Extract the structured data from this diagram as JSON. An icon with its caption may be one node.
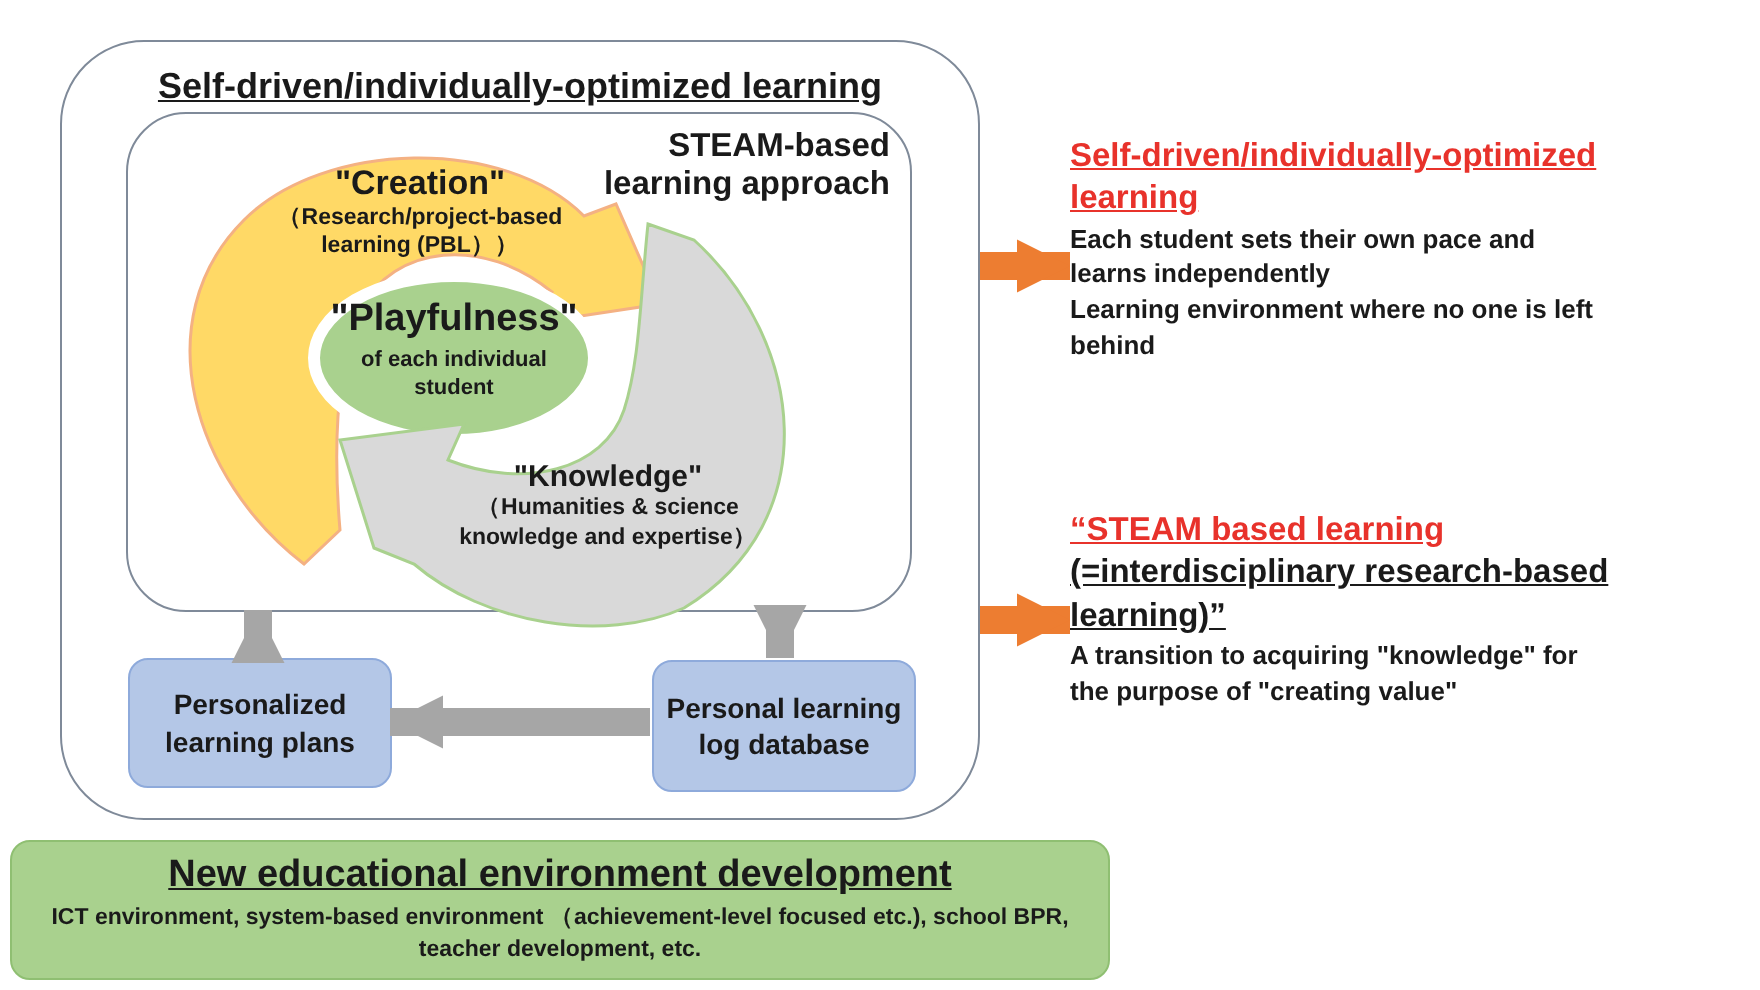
{
  "diagram": {
    "nodes": [
      {
        "text": [
          "Self-driven/individually-optimized learning"
        ]
      },
      {
        "text": [
          "STEAM-based learning approach"
        ],
        "in": 0
      },
      {
        "text": [
          "\"Creation\"",
          "（Research/project-based learning (PBL））"
        ],
        "in": 1
      },
      {
        "text": [
          "\"Playfulness\"",
          "of each individual student"
        ],
        "in": 1
      },
      {
        "text": [
          "\"Knowledge\"",
          "（Humanities & science knowledge and expertise）"
        ],
        "in": 1
      },
      {
        "text": [
          "Personalized learning plans"
        ],
        "in": 0
      },
      {
        "text": [
          "Personal learning log database"
        ],
        "in": 0
      },
      {
        "text": [
          "New educational environment development",
          "ICT environment, system-based environment （achievement-level focused etc.), school BPR, teacher development, etc."
        ]
      },
      {
        "text": [
          "Self-driven/individually-optimized learning",
          "Each student sets their own pace and learns independently",
          "Learning environment where no one is left behind"
        ]
      },
      {
        "text": [
          "“STEAM based learning",
          "(=interdisciplinary research-based learning)”",
          "A transition to acquiring \"knowledge\" for the purpose of \"creating value\""
        ]
      }
    ],
    "edges": [
      {
        "from": 1,
        "to": 6,
        "arrow": "to"
      },
      {
        "from": 6,
        "to": 5,
        "arrow": "to"
      },
      {
        "from": 5,
        "to": 1,
        "arrow": "to"
      },
      {
        "from": 0,
        "to": 8,
        "arrow": "to",
        "color": "#ed7d31"
      },
      {
        "from": 0,
        "to": 9,
        "arrow": "to",
        "color": "#ed7d31"
      }
    ]
  }
}
